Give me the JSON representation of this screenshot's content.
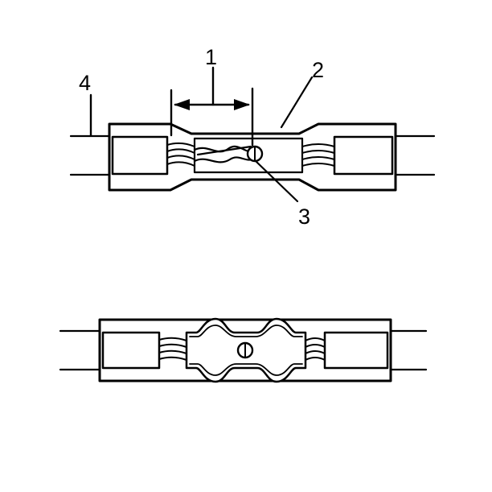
{
  "diagram": {
    "callouts": {
      "c1": "1",
      "c2": "2",
      "c3": "3",
      "c4": "4"
    },
    "colors": {
      "ink": "#000000",
      "paper": "#ffffff"
    }
  }
}
